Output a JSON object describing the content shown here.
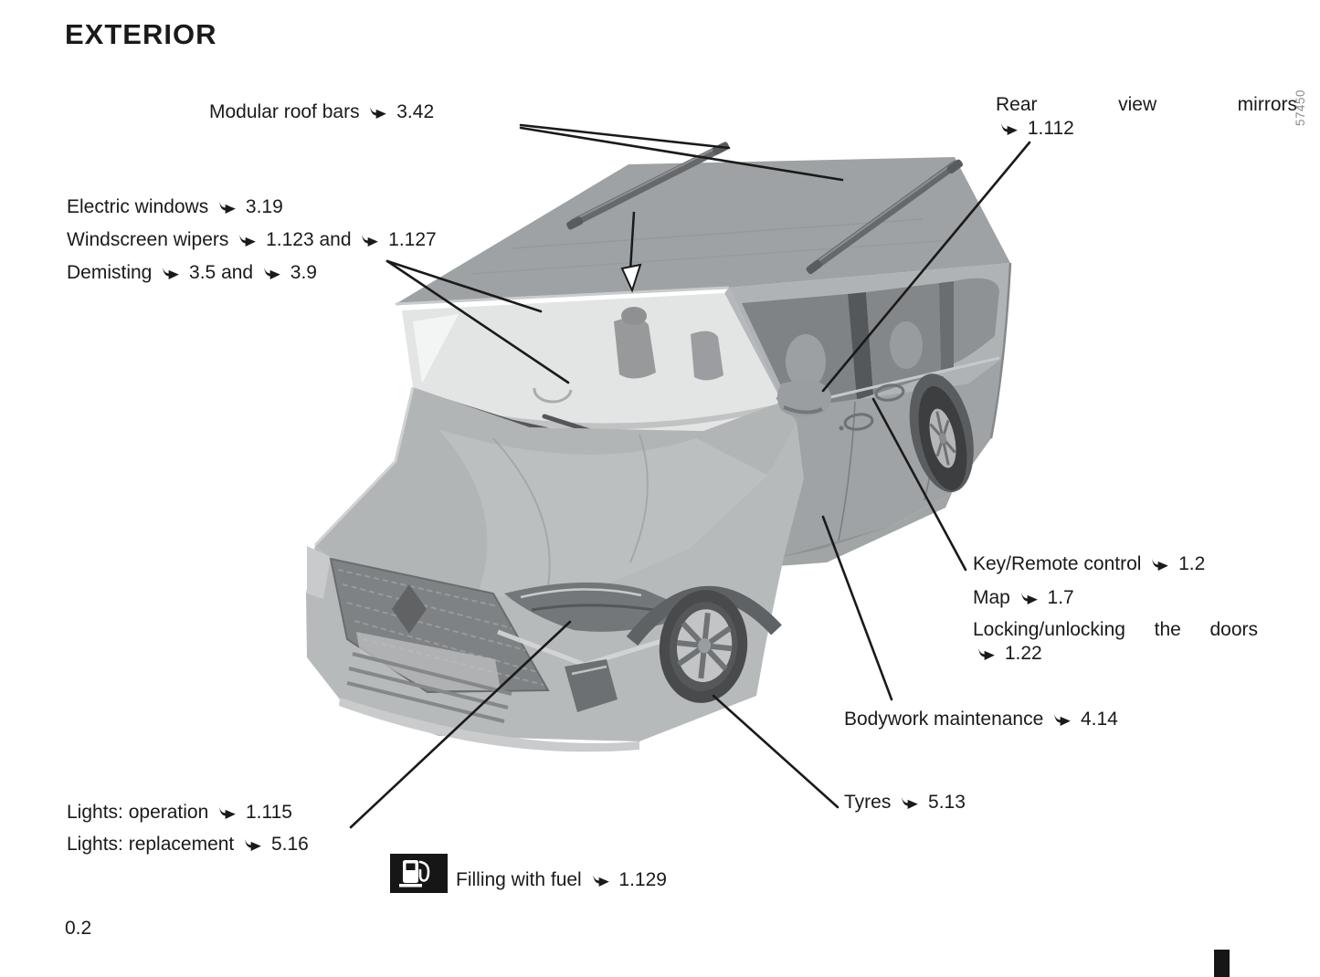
{
  "page": {
    "title": "EXTERIOR",
    "page_number": "0.2",
    "image_code": "57450"
  },
  "labels": {
    "modular_roof_bars": "Modular roof bars ➥ 3.42",
    "electric_windows": "Electric windows ➥ 3.19",
    "windscreen_wipers": "Windscreen wipers ➥ 1.123 and ➥ 1.127",
    "demisting": "Demisting ➥ 3.5 and ➥ 3.9",
    "rear_view_mirrors_line1": "Rear view mirrors",
    "rear_view_mirrors_line2": "➥ 1.112",
    "key_remote_control": "Key/Remote control ➥ 1.2",
    "map": "Map ➥ 1.7",
    "locking_unlocking_line1": "Locking/unlocking the doors",
    "locking_unlocking_line2": "➥ 1.22",
    "bodywork_maintenance": "Bodywork maintenance ➥ 4.14",
    "tyres": "Tyres ➥ 5.13",
    "lights_operation": "Lights: operation ➥ 1.115",
    "lights_replacement": "Lights: replacement ➥ 5.16",
    "filling_with_fuel": "Filling with fuel ➥ 1.129"
  },
  "icons": {
    "reference_arrow": "reference-arrow-icon",
    "fuel_pump": "fuel-pump-icon"
  },
  "colors": {
    "text": "#1a1a1a",
    "callout_line": "#1a1a1a",
    "vehicle_light": "#c4c6c7",
    "vehicle_mid": "#a3a6a8",
    "vehicle_dark": "#6b6d6f",
    "glass": "#e3e4e4",
    "code_gray": "#8c8c8c",
    "marker_black": "#161616"
  }
}
